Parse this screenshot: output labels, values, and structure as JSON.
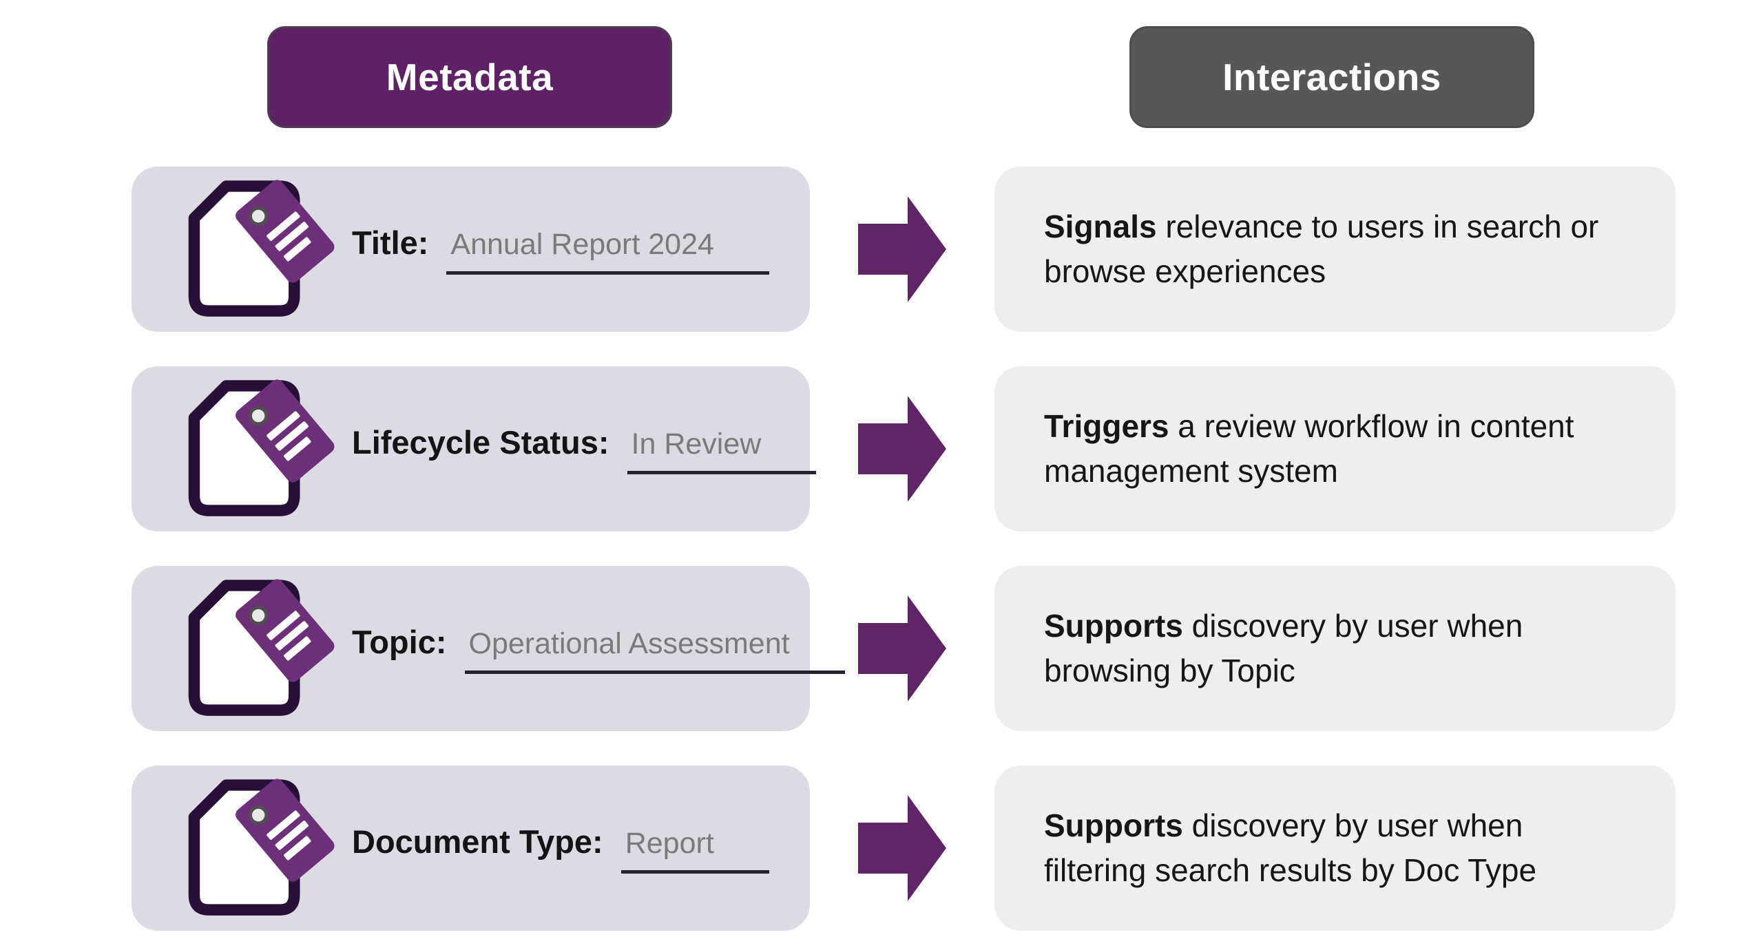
{
  "colors": {
    "background": "#FFFFFF",
    "metadata_header_bg": "#5E2166",
    "interactions_header_bg": "#575757",
    "header_text": "#FFFFFF",
    "metadata_card_bg": "#DCDAE3",
    "interaction_card_bg": "#EFEEEF",
    "arrow_purple": "#5F2566",
    "tag_purple": "#6B3077",
    "doc_outline": "#271038",
    "label_text": "#141414",
    "value_text": "#7A7A7A",
    "underline": "#24242E",
    "interaction_text": "#161616"
  },
  "headers": {
    "metadata": "Metadata",
    "interactions": "Interactions"
  },
  "icons": {
    "metadata_card_icon": "tagged-document-icon",
    "connector_icon": "right-arrow-icon"
  },
  "rows": [
    {
      "label": "Title:",
      "value": "Annual Report 2024",
      "interaction_bold": "Signals",
      "interaction_rest": "relevance to users in search or\nbrowse experiences"
    },
    {
      "label": "Lifecycle Status:",
      "value": "In Review",
      "interaction_bold": "Triggers",
      "interaction_rest": "a review workflow in content\nmanagement system"
    },
    {
      "label": "Topic:",
      "value": "Operational Assessment",
      "interaction_bold": "Supports",
      "interaction_rest": "discovery by user when\nbrowsing by Topic"
    },
    {
      "label": "Document Type:",
      "value": "Report",
      "interaction_bold": "Supports",
      "interaction_rest": "discovery by user when\nfiltering search results by Doc Type"
    }
  ]
}
